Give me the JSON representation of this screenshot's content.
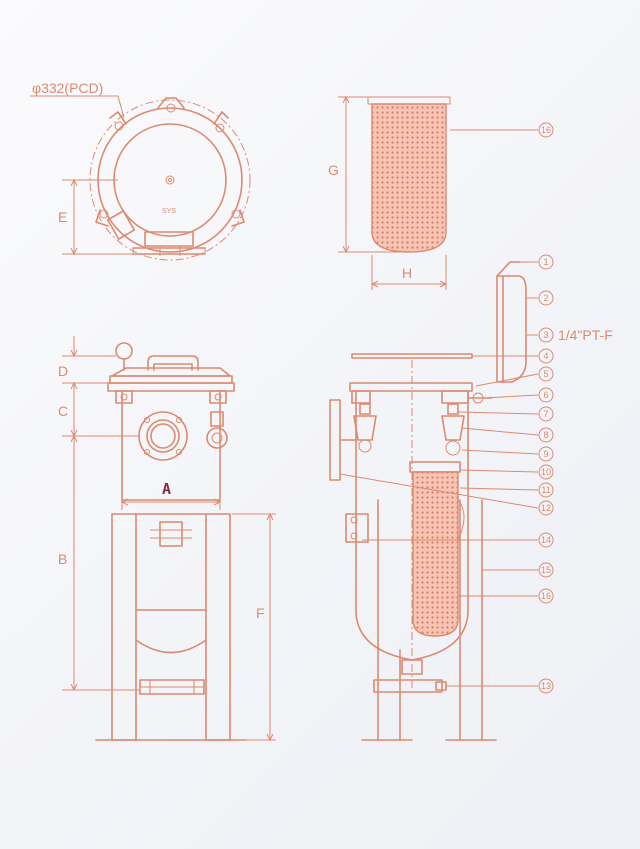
{
  "labels": {
    "pcd": "φ332(PCD)",
    "sys": "SYS",
    "thread": "1/4\"PT-F",
    "dim_A": "A",
    "dim_B": "B",
    "dim_C": "C",
    "dim_D": "D",
    "dim_E": "E",
    "dim_F": "F",
    "dim_G": "G",
    "dim_H": "H"
  },
  "callouts": [
    "1",
    "2",
    "3",
    "4",
    "5",
    "6",
    "7",
    "8",
    "9",
    "10",
    "11",
    "12",
    "13",
    "14",
    "15",
    "16",
    "16"
  ]
}
